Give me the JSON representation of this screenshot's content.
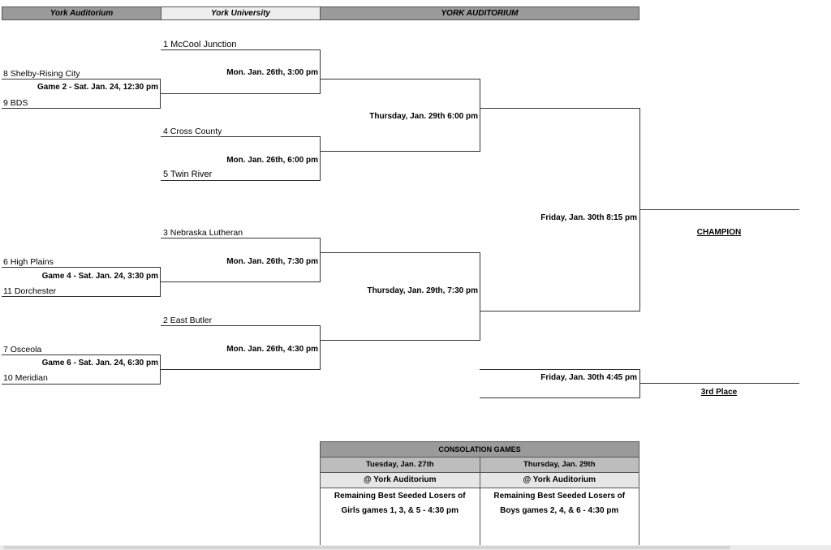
{
  "headers": {
    "col1": "York Auditorium",
    "col2": "York University",
    "col3": "YORK AUDITORIUM"
  },
  "teams": {
    "mccool": "1 McCool Junction",
    "shelby": "8 Shelby-Rising City",
    "bds": "9 BDS",
    "cross_county": "4 Cross County",
    "twin_river": "5 Twin River",
    "nebraska_lutheran": "3 Nebraska Lutheran",
    "high_plains": "6 High Plains",
    "dorchester": "11 Dorchester",
    "east_butler": "2 East Butler",
    "osceola": "7 Osceola",
    "meridian": "10 Meridian"
  },
  "games": {
    "game2": "Game 2 - Sat. Jan. 24,  12:30 pm",
    "game4": "Game 4 - Sat. Jan. 24,  3:30 pm",
    "game6": "Game  6 - Sat. Jan. 24,  6:30 pm",
    "qf1": "Mon. Jan. 26th, 3:00 pm",
    "qf2": "Mon. Jan. 26th, 6:00 pm",
    "qf3": "Mon. Jan. 26th, 7:30 pm",
    "qf4": "Mon. Jan. 26th, 4:30 pm",
    "sf1": "Thursday, Jan. 29th 6:00 pm",
    "sf2": "Thursday, Jan. 29th, 7:30 pm",
    "final": "Friday, Jan. 30th 8:15 pm",
    "third": "Friday, Jan. 30th 4:45 pm"
  },
  "results": {
    "champion": "CHAMPION",
    "third_place": "3rd Place"
  },
  "consolation": {
    "title": "CONSOLATION GAMES",
    "left": {
      "date": "Tuesday, Jan. 27th",
      "venue": "@ York Auditorium",
      "line1": "Remaining Best Seeded Losers of",
      "line2": "Girls games 1, 3, & 5 - 4:30 pm"
    },
    "right": {
      "date": "Thursday, Jan. 29th",
      "venue": "@ York Auditorium",
      "line1": "Remaining Best Seeded Losers of",
      "line2": "Boys games 2, 4, & 6 - 4:30 pm"
    }
  }
}
